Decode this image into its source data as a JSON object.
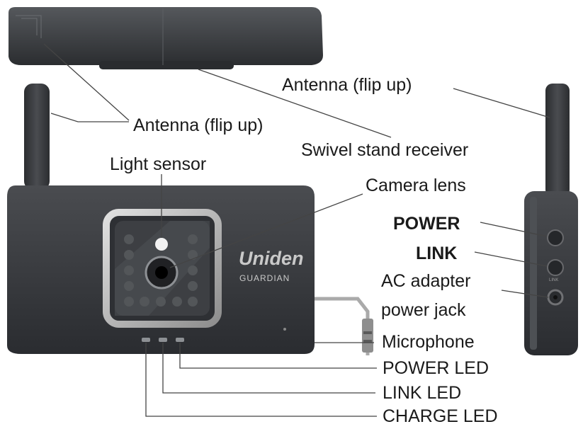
{
  "labels": {
    "antenna_right": "Antenna (flip up)",
    "antenna_left": "Antenna (flip up)",
    "swivel": "Swivel stand receiver",
    "light_sensor": "Light sensor",
    "camera_lens": "Camera lens",
    "power": "POWER",
    "link": "LINK",
    "ac_line1": "AC adapter",
    "ac_line2": "power jack",
    "microphone": "Microphone",
    "power_led": "POWER LED",
    "link_led": "LINK LED",
    "charge_led": "CHARGE LED"
  },
  "brand": {
    "name": "Uniden",
    "model": "GUARDIAN",
    "side_link": "LINK"
  },
  "colors": {
    "body": "#3b3d40",
    "body_dark": "#25272a",
    "bezel": "#bdbdbd",
    "text": "#1a1a1a",
    "line": "#444444"
  }
}
